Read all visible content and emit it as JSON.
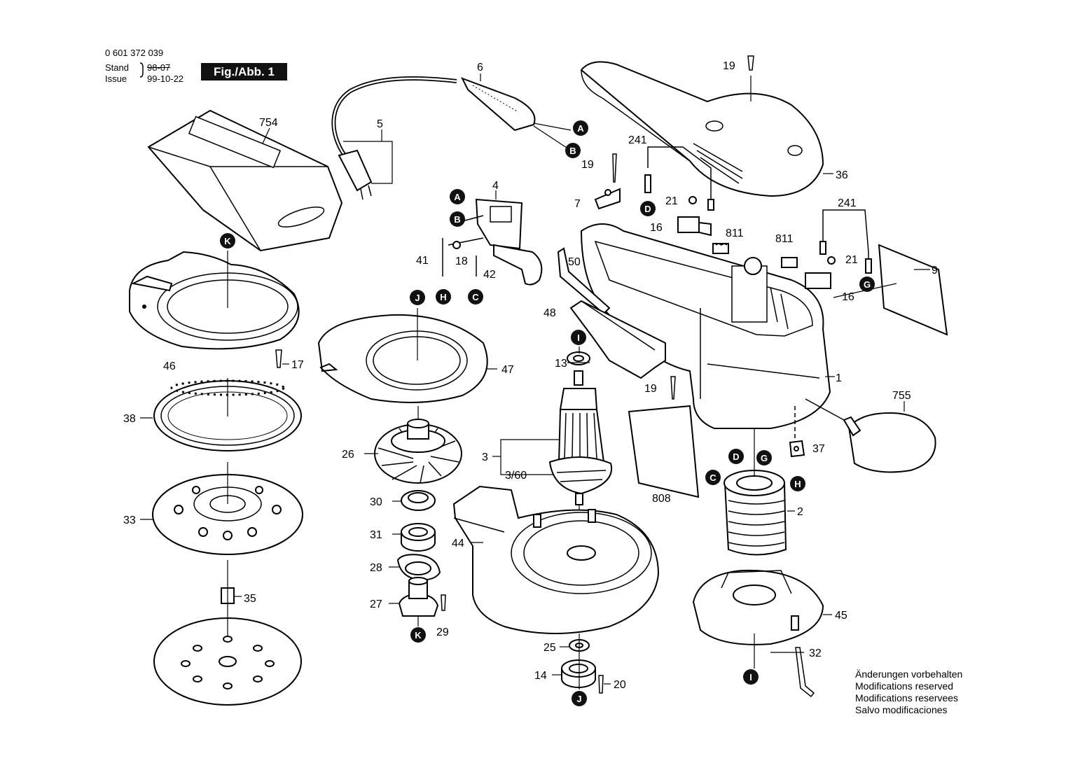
{
  "header": {
    "doc_number": "0 601 372 039",
    "stand_label": "Stand",
    "issue_label": "Issue",
    "stand_date": "98-07",
    "issue_date": "99-10-22",
    "figure_label": "Fig./Abb. 1"
  },
  "notes": [
    "Änderungen vorbehalten",
    "Modifications reserved",
    "Modifications reservees",
    "Salvo modificaciones"
  ],
  "parts": {
    "p754": "754",
    "p5": "5",
    "p6": "6",
    "p4": "4",
    "p41": "41",
    "p18": "18",
    "p42": "42",
    "p19a": "19",
    "p19b": "19",
    "p19c": "19",
    "p241a": "241",
    "p241b": "241",
    "p36": "36",
    "p7": "7",
    "p21a": "21",
    "p21b": "21",
    "p16a": "16",
    "p16b": "16",
    "p811a": "811",
    "p811b": "811",
    "p9": "9",
    "p50": "50",
    "p48": "48",
    "p1": "1",
    "p755": "755",
    "p37": "37",
    "p46": "46",
    "p17": "17",
    "p38": "38",
    "p33": "33",
    "p35": "35",
    "p47": "47",
    "p26": "26",
    "p30": "30",
    "p31": "31",
    "p28": "28",
    "p27": "27",
    "p29": "29",
    "p13": "13",
    "p3": "3",
    "p360": "3/60",
    "p44": "44",
    "p25": "25",
    "p14": "14",
    "p20": "20",
    "p808": "808",
    "p2": "2",
    "p45": "45",
    "p32": "32"
  },
  "markers": {
    "A": "A",
    "B": "B",
    "C": "C",
    "D": "D",
    "G": "G",
    "H": "H",
    "I": "I",
    "J": "J",
    "K": "K"
  }
}
